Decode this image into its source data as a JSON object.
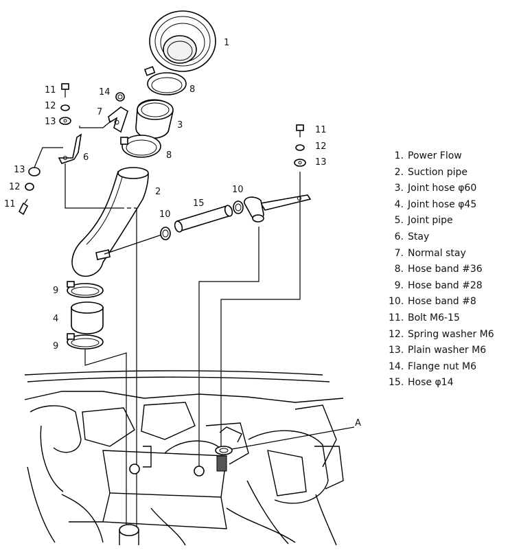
{
  "callouts": {
    "c1": "1",
    "c2": "2",
    "c3": "3",
    "c4": "4",
    "c6": "6",
    "c7": "7",
    "c8a": "8",
    "c8b": "8",
    "c9a": "9",
    "c9b": "9",
    "c10a": "10",
    "c10b": "10",
    "c11a": "11",
    "c11b": "11",
    "c11c": "11",
    "c12a": "12",
    "c12b": "12",
    "c12c": "12",
    "c13a": "13",
    "c13b": "13",
    "c13c": "13",
    "c14": "14",
    "c15": "15",
    "cA": "A"
  },
  "legend": [
    {
      "num": "1.",
      "label": "Power Flow"
    },
    {
      "num": "2.",
      "label": "Suction pipe"
    },
    {
      "num": "3.",
      "label": "Joint hose  φ60"
    },
    {
      "num": "4.",
      "label": "Joint hose  φ45"
    },
    {
      "num": "5.",
      "label": "Joint pipe"
    },
    {
      "num": "6.",
      "label": "Stay"
    },
    {
      "num": "7.",
      "label": "Normal stay"
    },
    {
      "num": "8.",
      "label": "Hose band  #36"
    },
    {
      "num": "9.",
      "label": "Hose band  #28"
    },
    {
      "num": "10.",
      "label": "Hose band  #8"
    },
    {
      "num": "11.",
      "label": "Bolt   M6-15"
    },
    {
      "num": "12.",
      "label": "Spring washer  M6"
    },
    {
      "num": "13.",
      "label": "Plain washer  M6"
    },
    {
      "num": "14.",
      "label": "Flange nut  M6"
    },
    {
      "num": "15.",
      "label": "Hose  φ14"
    }
  ]
}
